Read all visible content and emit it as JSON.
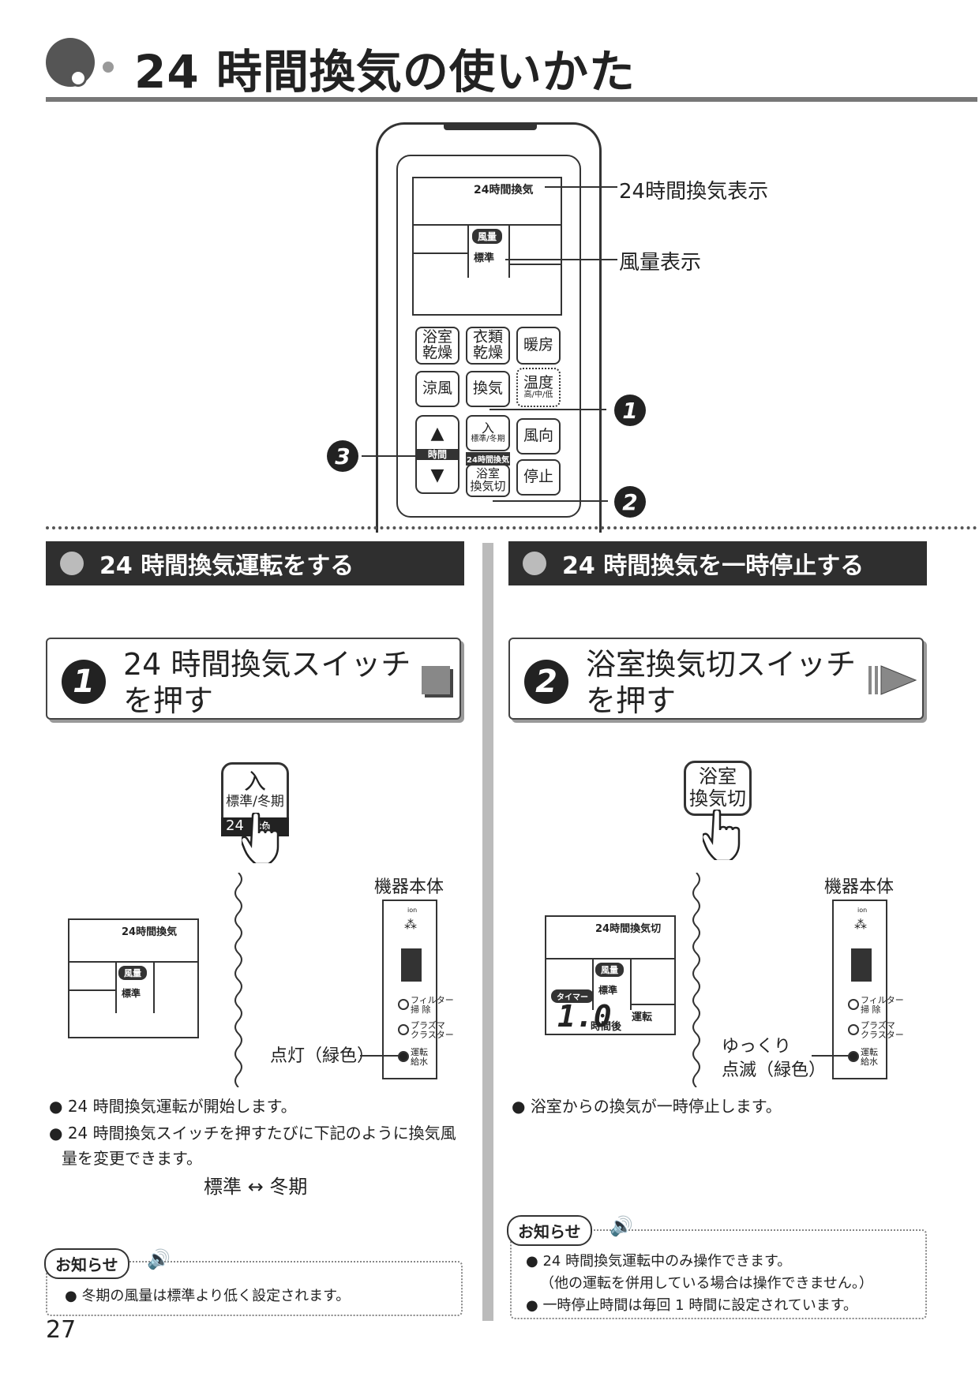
{
  "page": {
    "title": "24 時間換気の使いかた",
    "number": "27"
  },
  "remote": {
    "lcd": {
      "mode_text": "24時間換気",
      "airflow_badge": "風量",
      "airflow_value": "標準"
    },
    "callouts": {
      "mode": "24時間換気表示",
      "airflow": "風量表示",
      "n1": "1",
      "n2": "2",
      "n3": "3"
    },
    "buttons": {
      "bath_dry_1": "浴室",
      "bath_dry_2": "乾燥",
      "cloth_dry_1": "衣類",
      "cloth_dry_2": "乾燥",
      "heat": "暖房",
      "cool": "涼風",
      "vent": "換気",
      "temp": "温度",
      "temp_sub": "高/中/低",
      "on_main": "入",
      "on_sub": "標準/冬期",
      "on_label": "24時間換気",
      "direction": "風向",
      "bath_vent_off_1": "浴室",
      "bath_vent_off_2": "換気切",
      "stop": "停止",
      "time_label": "時間",
      "up": "▲",
      "down": "▼"
    }
  },
  "left": {
    "section_title": "24 時間換気運転をする",
    "step_num": "1",
    "step_line1": "24 時間換気スイッチ",
    "step_line2": "を押す",
    "zoom_main": "入",
    "zoom_sub": "標準/冬期",
    "zoom_label_a": "24時",
    "zoom_label_b": "換気",
    "lcd_mode": "24時間換気",
    "lcd_badge": "風量",
    "lcd_value": "標準",
    "unit_title": "機器本体",
    "led_label": "点灯（緑色）",
    "bullets": [
      "24 時間換気運転が開始します。",
      "24 時間換気スイッチを押すたびに下記のように換気風",
      "量を変更できます。"
    ],
    "cycle": "標準 ↔ 冬期",
    "notice_title": "お知らせ",
    "notice_items": [
      "冬期の風量は標準より低く設定されます。"
    ]
  },
  "right": {
    "section_title": "24 時間換気を一時停止する",
    "step_num": "2",
    "step_line1": "浴室換気切スイッチ",
    "step_line2": "を押す",
    "zoom_line1": "浴室",
    "zoom_line2": "換気切",
    "lcd_mode": "24時間換気切",
    "lcd_badge": "風量",
    "lcd_value": "標準",
    "lcd_timer": "タイマー",
    "lcd_digits": "1.0",
    "lcd_after": "時間後",
    "lcd_run": "運転",
    "unit_title": "機器本体",
    "led_label_1": "ゆっくり",
    "led_label_2": "点滅（緑色）",
    "bullets": [
      "浴室からの換気が一時停止します。"
    ],
    "notice_title": "お知らせ",
    "notice_items": [
      "24 時間換気運転中のみ操作できます。",
      "（他の運転を併用している場合は操作できません。）",
      "一時停止時間は毎回 1 時間に設定されています。"
    ]
  },
  "unit": {
    "ion": "ion",
    "filter_1": "フィルター",
    "filter_2": "掃 除",
    "plasma_1": "プラズマ",
    "plasma_2": "クラスター",
    "run_1": "運転",
    "run_2": "給水"
  }
}
